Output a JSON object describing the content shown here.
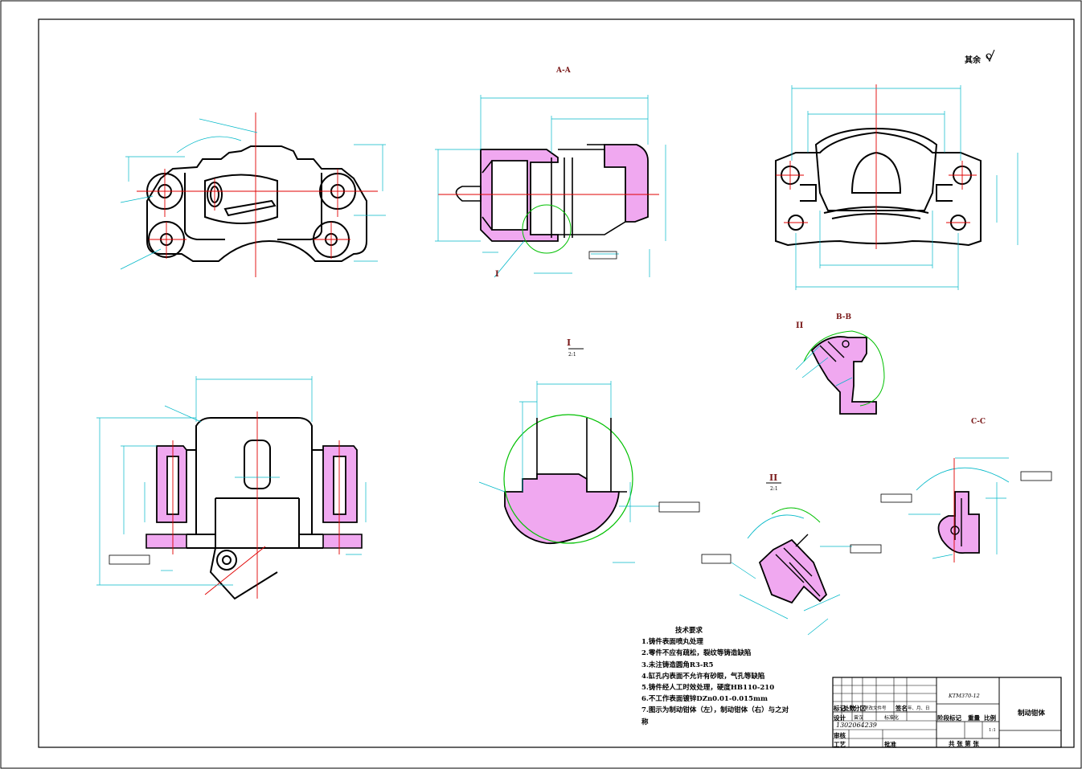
{
  "drawing": {
    "roughness_note": "其余",
    "part_name": "制动钳体",
    "drawing_number": "KTM370-12",
    "scale": "1:1"
  },
  "views": {
    "section_aa": "A-A",
    "section_bb": "B-B",
    "section_cc": "C-C",
    "detail_i": "I",
    "detail_i_scale": "2:1",
    "detail_ii": "II",
    "detail_ii_scale": "2:1",
    "marker_i": "I",
    "marker_ii": "II"
  },
  "tech_requirements": {
    "title": "技术要求",
    "items": [
      "1.铸件表面喷丸处理",
      "2.零件不应有疏松，裂纹等铸造缺陷",
      "3.未注铸造圆角R3-R5",
      "4.缸孔内表面不允许有砂眼，气孔等缺陷",
      "5.铸件经人工时效处理，硬度HB110-210",
      "6.不工作表面镀锌DZn0.01-0.015mm",
      "7.图示为制动钳体（左），制动钳体（右）与之对",
      "称"
    ]
  },
  "title_block": {
    "h_mark": "标记",
    "h_count": "处数",
    "h_zone": "分区",
    "h_docno": "更改文件号",
    "h_sign": "签名",
    "h_date": "年、月、日",
    "h_design": "设计",
    "h_designer": "曾汉",
    "h_standard": "标准化",
    "student_id": "1302064239",
    "h_stage": "阶段标记",
    "h_weight": "重量",
    "h_scale": "比例",
    "h_review": "审核",
    "h_process": "工艺",
    "h_approve": "批准",
    "h_sheets": "共 张 第 张"
  }
}
